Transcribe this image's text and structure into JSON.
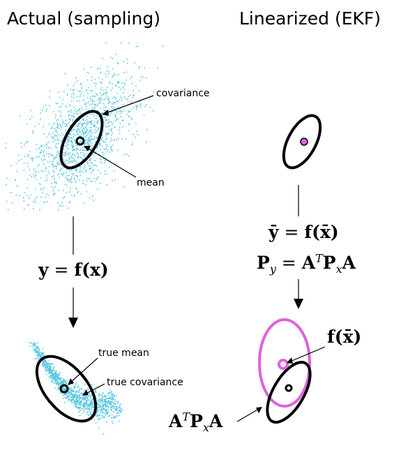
{
  "titles": {
    "left": "Actual (sampling)",
    "right": "Linearized (EKF)"
  },
  "labels": {
    "covariance": "covariance",
    "mean": "mean",
    "true_mean": "true mean",
    "true_covariance": "true covariance"
  },
  "equations": {
    "left_func": {
      "lhs": "y",
      "eq": " = ",
      "fn": "f",
      "arg": "(x)"
    },
    "right_mean": {
      "lhs": "ȳ",
      "eq": " = ",
      "fn": "f",
      "arg": "(x̄)"
    },
    "right_cov": {
      "P": "P",
      "y_sub": "y",
      "eq": " = ",
      "A1": "A",
      "T": "T",
      "P2": "P",
      "x_sub": "x",
      "A2": "A"
    },
    "f_xbar": {
      "fn": "f",
      "arg": "(x̄)"
    },
    "aPa": {
      "A1": "A",
      "T": "T",
      "P": "P",
      "x_sub": "x",
      "A2": "A"
    }
  },
  "colors": {
    "samples": "#5bc8e0",
    "ellipse": "#000000",
    "linearized": "#e060e0"
  }
}
